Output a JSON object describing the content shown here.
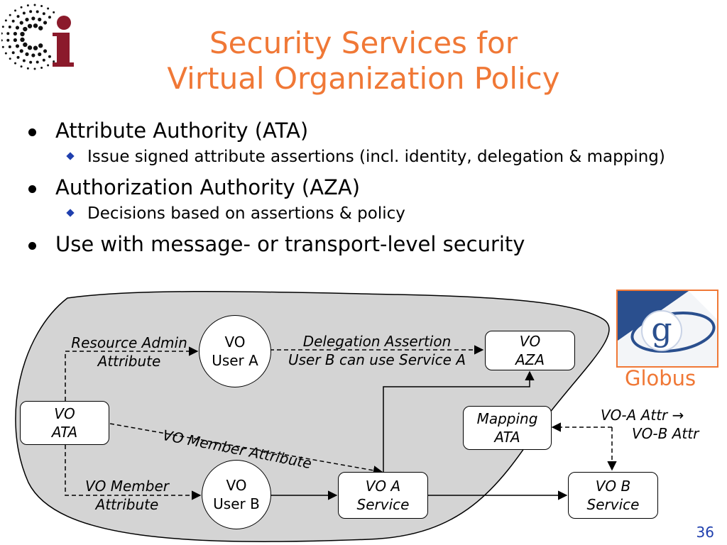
{
  "title": {
    "line1": "Security Services for",
    "line2": "Virtual Organization Policy"
  },
  "bullets": [
    {
      "text": "Attribute Authority (ATA)",
      "sub": "Issue signed attribute assertions (incl. identity, delegation & mapping)"
    },
    {
      "text": "Authorization Authority (AZA)",
      "sub": "Decisions based on assertions & policy"
    },
    {
      "text": "Use with message- or transport-level security"
    }
  ],
  "diagram": {
    "vo_ata": [
      "VO",
      "ATA"
    ],
    "vo_user_a": [
      "VO",
      "User A"
    ],
    "vo_user_b": [
      "VO",
      "User B"
    ],
    "vo_aza": [
      "VO",
      "AZA"
    ],
    "mapping_ata": [
      "Mapping",
      "ATA"
    ],
    "vo_a_service": [
      "VO A",
      "Service"
    ],
    "vo_b_service": [
      "VO B",
      "Service"
    ],
    "resource_admin": [
      "Resource Admin",
      "Attribute"
    ],
    "delegation": [
      "Delegation Assertion",
      "User B can use Service A"
    ],
    "vo_member_attr_diag": "VO Member Attribute",
    "vo_member_attr": [
      "VO Member",
      "Attribute"
    ],
    "vo_attr_map": [
      "VO-A Attr →",
      "VO-B Attr"
    ]
  },
  "globus": {
    "label": "Globus",
    "logo_letter": "g"
  },
  "page_number": "36",
  "colors": {
    "title": "#f07836",
    "accent": "#1f3fae",
    "logo_red": "#8b1a2b",
    "blob": "#d4d4d4"
  }
}
